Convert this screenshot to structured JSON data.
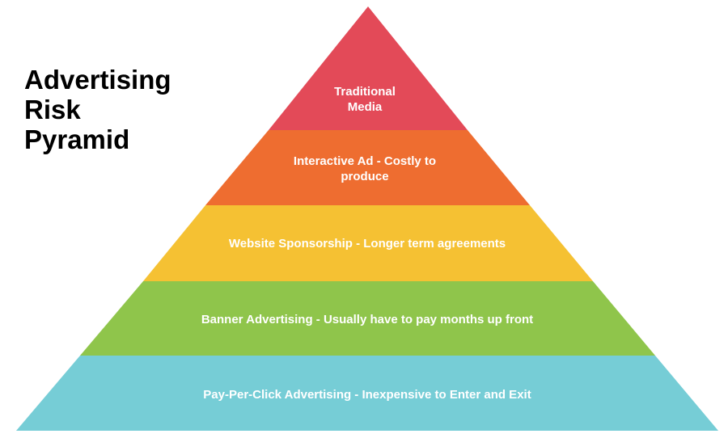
{
  "title": {
    "lines": [
      "Advertising",
      "Risk",
      "Pyramid"
    ]
  },
  "pyramid": {
    "tiers": [
      {
        "label_lines": [
          "Traditional",
          "Media"
        ],
        "color": "#E34A58"
      },
      {
        "label_lines": [
          "Interactive Ad - Costly to",
          "produce"
        ],
        "color": "#EE6D30"
      },
      {
        "label_lines": [
          "Website Sponsorship - Longer term agreements"
        ],
        "color": "#F5C133"
      },
      {
        "label_lines": [
          "Banner Advertising - Usually have to pay months up front"
        ],
        "color": "#8FC54B"
      },
      {
        "label_lines": [
          "Pay-Per-Click Advertising - Inexpensive to Enter and Exit"
        ],
        "color": "#76CDD6"
      }
    ]
  }
}
